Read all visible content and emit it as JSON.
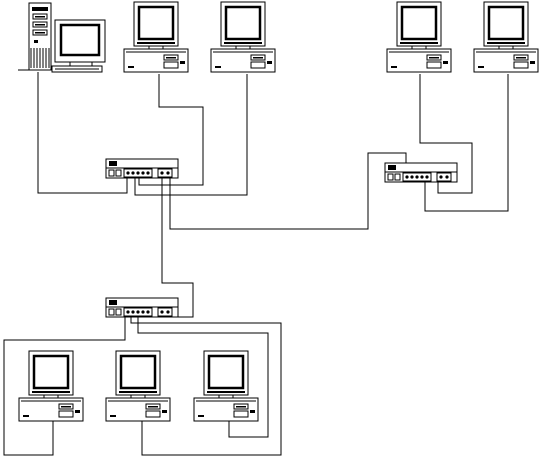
{
  "diagram": {
    "description_colors": {
      "line": "#000000",
      "background": "#ffffff"
    },
    "nodes": [
      {
        "id": "server",
        "kind": "tower-workstation",
        "icon": "tower-pc-icon"
      },
      {
        "id": "pc-a",
        "kind": "desktop-pc",
        "icon": "desktop-pc-icon"
      },
      {
        "id": "pc-b",
        "kind": "desktop-pc",
        "icon": "desktop-pc-icon"
      },
      {
        "id": "pc-c",
        "kind": "desktop-pc",
        "icon": "desktop-pc-icon"
      },
      {
        "id": "pc-d",
        "kind": "desktop-pc",
        "icon": "desktop-pc-icon"
      },
      {
        "id": "pc-e",
        "kind": "desktop-pc",
        "icon": "desktop-pc-icon"
      },
      {
        "id": "pc-f",
        "kind": "desktop-pc",
        "icon": "desktop-pc-icon"
      },
      {
        "id": "pc-g",
        "kind": "desktop-pc",
        "icon": "desktop-pc-icon"
      },
      {
        "id": "hub-1",
        "kind": "hub",
        "icon": "hub-icon"
      },
      {
        "id": "hub-2",
        "kind": "hub",
        "icon": "hub-icon"
      },
      {
        "id": "hub-3",
        "kind": "hub",
        "icon": "hub-icon"
      }
    ],
    "links": [
      [
        "server",
        "hub-1"
      ],
      [
        "pc-a",
        "hub-1"
      ],
      [
        "pc-b",
        "hub-1"
      ],
      [
        "hub-1",
        "hub-2"
      ],
      [
        "pc-c",
        "hub-2"
      ],
      [
        "pc-d",
        "hub-2"
      ],
      [
        "hub-1",
        "hub-3"
      ],
      [
        "pc-e",
        "hub-3"
      ],
      [
        "pc-f",
        "hub-3"
      ],
      [
        "pc-g",
        "hub-3"
      ]
    ]
  }
}
